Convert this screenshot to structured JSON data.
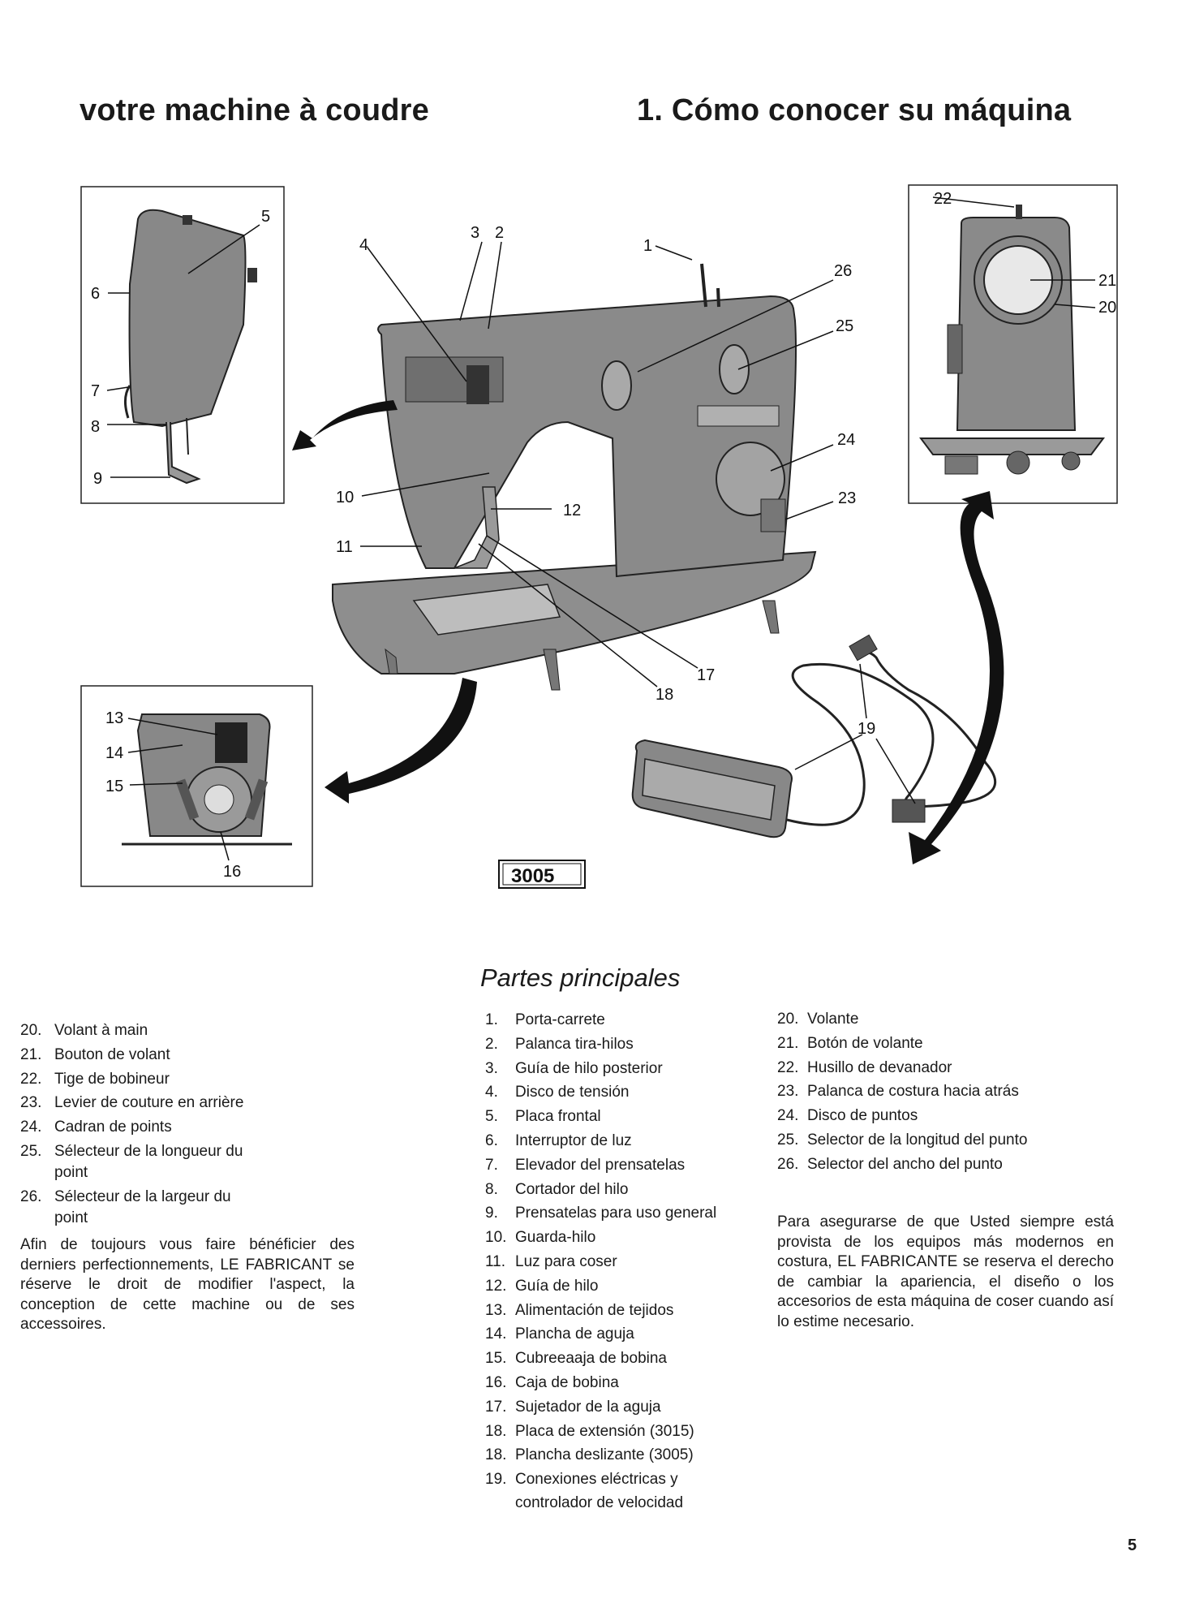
{
  "titles": {
    "french": "votre machine à coudre",
    "spanish": "1. Cómo conocer su máquina"
  },
  "figure": {
    "model_number": "3005",
    "callouts": [
      "1",
      "2",
      "3",
      "4",
      "5",
      "6",
      "7",
      "8",
      "9",
      "10",
      "11",
      "12",
      "13",
      "14",
      "15",
      "16",
      "17",
      "18",
      "19",
      "20",
      "21",
      "22",
      "23",
      "24",
      "25",
      "26"
    ]
  },
  "parts_heading": "Partes principales",
  "french_list": [
    {
      "num": "20.",
      "text": "Volant à main"
    },
    {
      "num": "21.",
      "text": "Bouton de volant"
    },
    {
      "num": "22.",
      "text": "Tige de bobineur"
    },
    {
      "num": "23.",
      "text": "Levier de couture en arrière"
    },
    {
      "num": "24.",
      "text": "Cadran de points"
    },
    {
      "num": "25.",
      "text": "Sélecteur de la longueur du point"
    },
    {
      "num": "26.",
      "text": "Sélecteur de la largeur du point"
    }
  ],
  "french_note": "Afin de toujours vous faire bénéficier des derniers perfectionnements, LE FABRICANT se réserve le droit de modifier l'aspect, la conception de cette machine ou de ses accessoires.",
  "spanish_list_1": [
    {
      "num": "1.",
      "text": "Porta-carrete"
    },
    {
      "num": "2.",
      "text": "Palanca tira-hilos"
    },
    {
      "num": "3.",
      "text": "Guía de hilo posterior"
    },
    {
      "num": "4.",
      "text": "Disco de tensión"
    },
    {
      "num": "5.",
      "text": "Placa frontal"
    },
    {
      "num": "6.",
      "text": "Interruptor de luz"
    },
    {
      "num": "7.",
      "text": "Elevador del prensatelas"
    },
    {
      "num": "8.",
      "text": "Cortador del hilo"
    },
    {
      "num": "9.",
      "text": "Prensatelas para uso general"
    },
    {
      "num": "10.",
      "text": "Guarda-hilo"
    },
    {
      "num": "11.",
      "text": "Luz para coser"
    },
    {
      "num": "12.",
      "text": "Guía de hilo"
    },
    {
      "num": "13.",
      "text": "Alimentación de tejidos"
    },
    {
      "num": "14.",
      "text": "Plancha de aguja"
    },
    {
      "num": "15.",
      "text": "Cubreeaaja de bobina"
    },
    {
      "num": "16.",
      "text": "Caja de bobina"
    },
    {
      "num": "17.",
      "text": "Sujetador de la aguja"
    },
    {
      "num": "18.",
      "text": "Placa de extensión (3015)"
    },
    {
      "num": "18.",
      "text": "Plancha deslizante (3005)"
    },
    {
      "num": "19.",
      "text": "Conexiones eléctricas y controlador de velocidad"
    }
  ],
  "spanish_list_2": [
    {
      "num": "20.",
      "text": "Volante"
    },
    {
      "num": "21.",
      "text": "Botón de volante"
    },
    {
      "num": "22.",
      "text": "Husillo de devanador"
    },
    {
      "num": "23.",
      "text": "Palanca de costura hacia atrás"
    },
    {
      "num": "24.",
      "text": "Disco de puntos"
    },
    {
      "num": "25.",
      "text": "Selector de la longitud del punto"
    },
    {
      "num": "26.",
      "text": "Selector del ancho del punto"
    }
  ],
  "spanish_note": "Para asegurarse de que Usted siempre está provista de los equipos más modernos en costura, EL FABRICANTE se reserva el derecho de cambiar la apariencia, el diseño o los accesorios de esta máquina de coser cuando así lo estime necesario.",
  "page_number": "5"
}
